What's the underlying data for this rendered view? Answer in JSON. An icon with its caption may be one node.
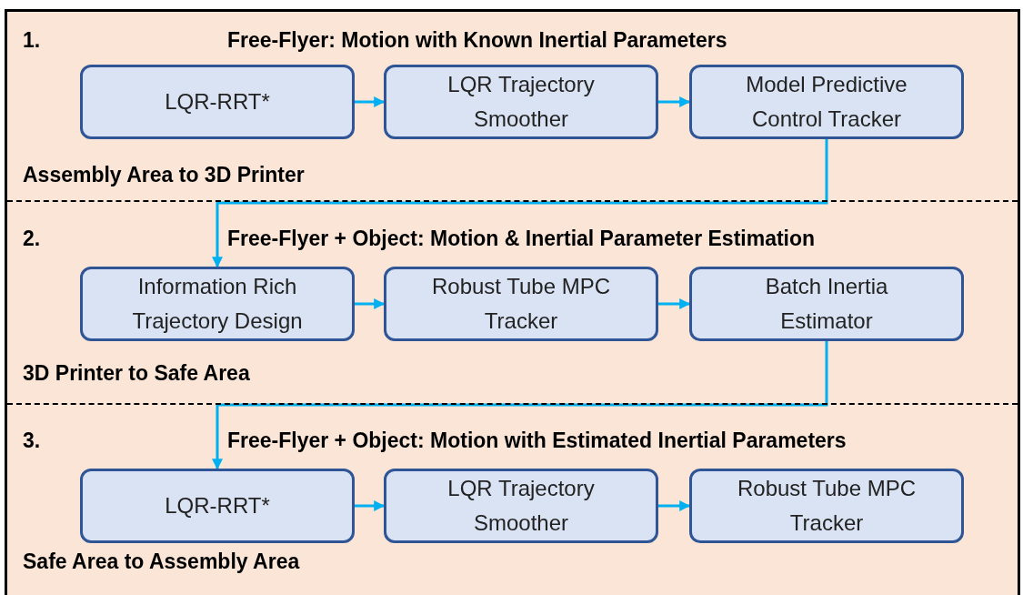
{
  "diagram": {
    "nodes": [
      {
        "text": [
          "1.",
          "Free-Flyer: Motion with Known Inertial Parameters",
          "Assembly Area to 3D Printer"
        ]
      },
      {
        "text": [
          "LQR-RRT*"
        ],
        "in": 0
      },
      {
        "text": [
          "LQR Trajectory Smoother"
        ],
        "in": 0
      },
      {
        "text": [
          "Model Predictive Control Tracker"
        ],
        "in": 0
      },
      {
        "text": [
          "2.",
          "Free-Flyer + Object: Motion & Inertial Parameter Estimation",
          "3D Printer to Safe Area"
        ]
      },
      {
        "text": [
          "Information Rich Trajectory Design"
        ],
        "in": 4
      },
      {
        "text": [
          "Robust Tube MPC Tracker"
        ],
        "in": 4
      },
      {
        "text": [
          "Batch Inertia Estimator"
        ],
        "in": 4
      },
      {
        "text": [
          "3.",
          "Free-Flyer + Object: Motion with Estimated Inertial Parameters",
          "Safe Area to Assembly Area"
        ]
      },
      {
        "text": [
          "LQR-RRT*"
        ],
        "in": 8
      },
      {
        "text": [
          "LQR Trajectory Smoother"
        ],
        "in": 8
      },
      {
        "text": [
          "Robust Tube MPC Tracker"
        ],
        "in": 8
      }
    ],
    "edges": [
      {
        "from": 1,
        "to": 2,
        "arrow": "to"
      },
      {
        "from": 2,
        "to": 3,
        "arrow": "to"
      },
      {
        "from": 3,
        "to": 5,
        "arrow": "to"
      },
      {
        "from": 5,
        "to": 6,
        "arrow": "to"
      },
      {
        "from": 6,
        "to": 7,
        "arrow": "to"
      },
      {
        "from": 7,
        "to": 9,
        "arrow": "to"
      },
      {
        "from": 9,
        "to": 10,
        "arrow": "to"
      },
      {
        "from": 10,
        "to": 11,
        "arrow": "to"
      }
    ]
  }
}
